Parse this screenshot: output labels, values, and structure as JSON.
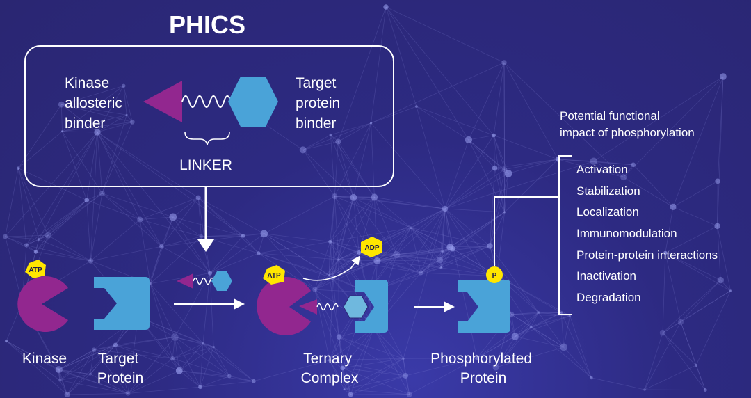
{
  "title": "PHICS",
  "phics_box": {
    "kinase_binder": [
      "Kinase",
      "allosteric",
      "binder"
    ],
    "target_binder": [
      "Target",
      "protein",
      "binder"
    ],
    "linker": "LINKER"
  },
  "badges": {
    "atp": "ATP",
    "adp": "ADP",
    "phospho": "P"
  },
  "labels": {
    "kinase": "Kinase",
    "target_protein": [
      "Target",
      "Protein"
    ],
    "ternary_complex": [
      "Ternary",
      "Complex"
    ],
    "phosphorylated_protein": [
      "Phosphorylated",
      "Protein"
    ]
  },
  "impact": {
    "heading": [
      "Potential functional",
      "impact of phosphorylation"
    ],
    "items": [
      "Activation",
      "Stabilization",
      "Localization",
      "Immunomodulation",
      "Protein-protein interactions",
      "Inactivation",
      "Degradation"
    ]
  },
  "colors": {
    "background": "#2b2877",
    "kinase_magenta": "#92278f",
    "protein_blue": "#4aa3d8",
    "badge_yellow": "#ffe600",
    "line_white": "#ffffff"
  }
}
